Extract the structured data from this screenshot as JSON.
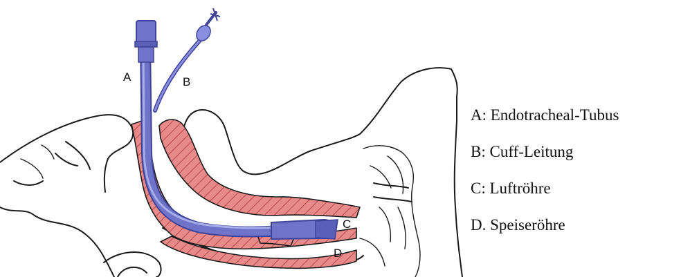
{
  "diagram": {
    "labels": {
      "a": "A",
      "b": "B",
      "c": "C",
      "d": "D"
    },
    "colors": {
      "tube": "#6f74c9",
      "tube_dark": "#3e4398",
      "tissue": "#e07b7b",
      "hatch": "#b84a4a",
      "outline": "#1a1a1a"
    }
  },
  "legend": {
    "items": [
      {
        "text": "A: Endotracheal-Tubus"
      },
      {
        "text": "B: Cuff-Leitung"
      },
      {
        "text": "C: Luftröhre"
      },
      {
        "text": "D. Speiseröhre"
      }
    ]
  }
}
